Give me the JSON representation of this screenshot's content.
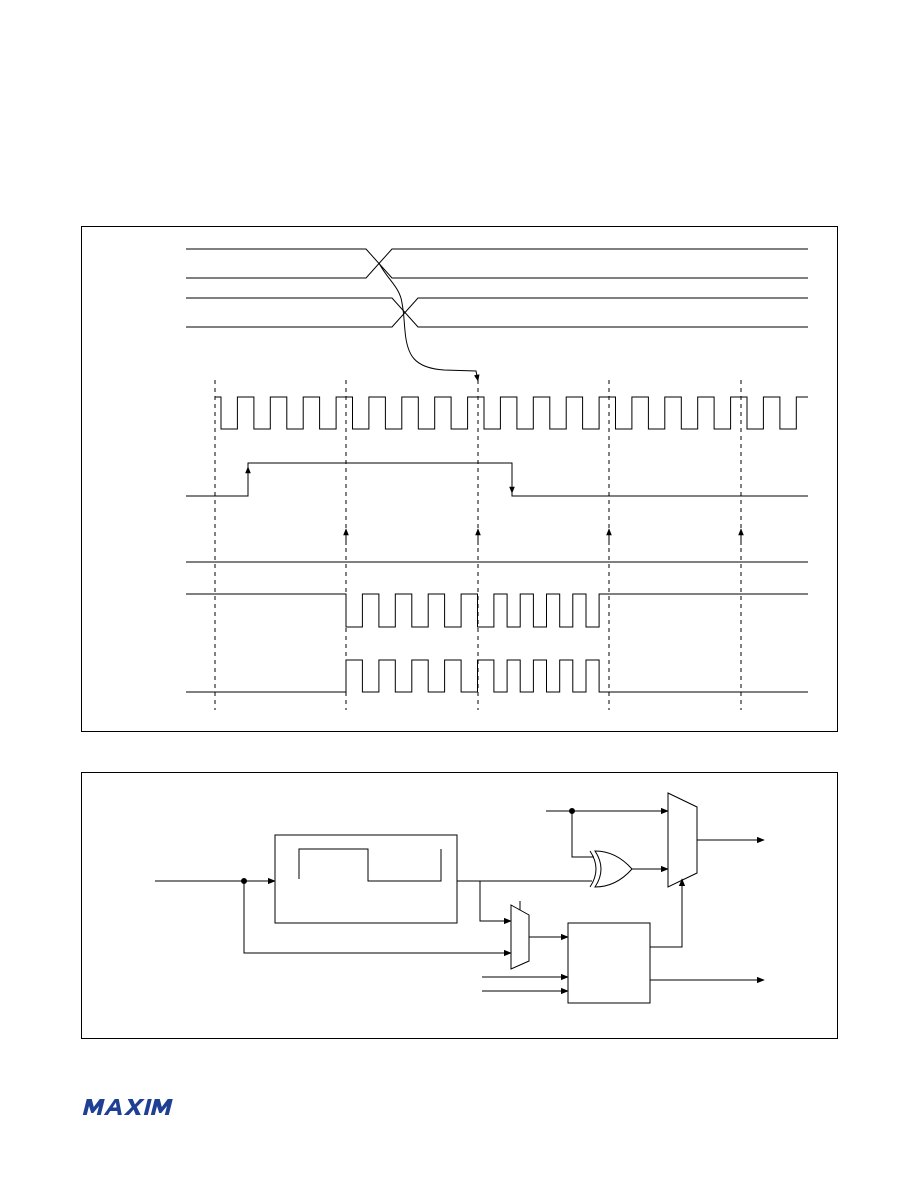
{
  "page": {
    "background": "#ffffff",
    "line_color": "#000000"
  },
  "brand": {
    "logo_text": "MAXIM",
    "logo_color": "#1f3f95"
  },
  "timing_diagram": {
    "dashed_markers": 5,
    "signals": [
      {
        "kind": "bus"
      },
      {
        "kind": "bus"
      },
      {
        "kind": "clock"
      },
      {
        "kind": "level"
      },
      {
        "kind": "constant"
      },
      {
        "kind": "burst"
      },
      {
        "kind": "burst-inverted"
      }
    ]
  },
  "block_diagram": {
    "blocks": [
      "waveform-generator-block",
      "mux-2to1-small",
      "control-logic-block",
      "output-mux",
      "xor-gate"
    ]
  }
}
